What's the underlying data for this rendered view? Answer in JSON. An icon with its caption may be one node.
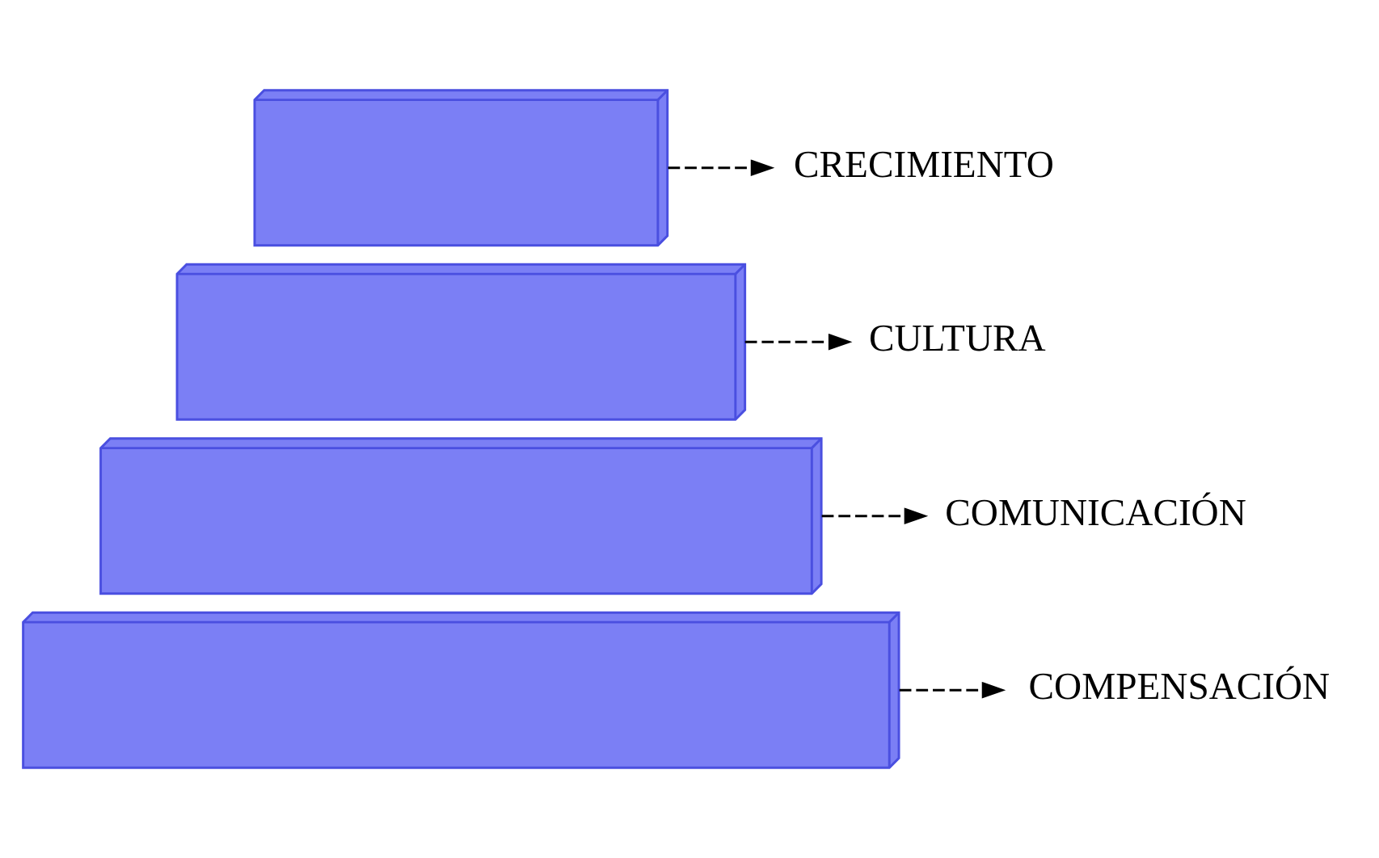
{
  "diagram": {
    "nodes": [
      {
        "text": [],
        "shape": "box"
      },
      {
        "text": [],
        "shape": "box"
      },
      {
        "text": [],
        "shape": "box"
      },
      {
        "text": [],
        "shape": "box"
      },
      {
        "text": [
          "CRECIMIENTO"
        ]
      },
      {
        "text": [
          "CULTURA"
        ]
      },
      {
        "text": [
          "COMUNICACIÓN"
        ]
      },
      {
        "text": [
          "COMPENSACIÓN"
        ]
      }
    ],
    "edges": [
      {
        "from": 0,
        "to": 4,
        "arrow": "to",
        "style": "dashed"
      },
      {
        "from": 1,
        "to": 5,
        "arrow": "to",
        "style": "dashed"
      },
      {
        "from": 2,
        "to": 6,
        "arrow": "to",
        "style": "dashed"
      },
      {
        "from": 3,
        "to": 7,
        "arrow": "to",
        "style": "dashed"
      }
    ]
  }
}
